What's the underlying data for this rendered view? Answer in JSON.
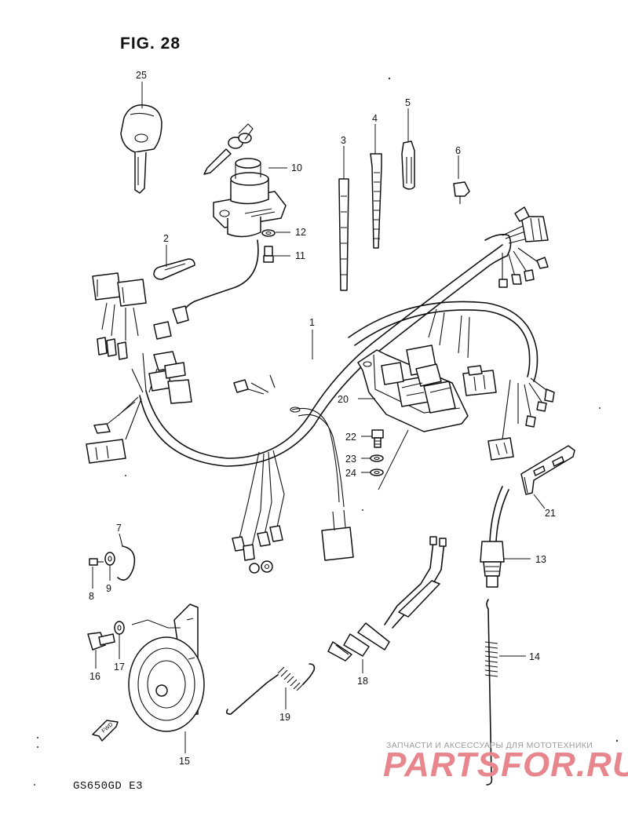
{
  "figure": {
    "title": "FIG. 28",
    "model": "GS650GD  E3"
  },
  "fwd_arrow": {
    "text": "FWD"
  },
  "watermark": {
    "line1": "ЗАПЧАСТИ И АКСЕССУАРЫ ДЛЯ МОТОТЕХНИКИ",
    "line2": "PARTSFOR.RU"
  },
  "callouts": {
    "c1": "1",
    "c2": "2",
    "c3": "3",
    "c4": "4",
    "c5": "5",
    "c6": "6",
    "c7": "7",
    "c8": "8",
    "c9": "9",
    "c10": "10",
    "c11": "11",
    "c12": "12",
    "c13": "13",
    "c14": "14",
    "c15": "15",
    "c16": "16",
    "c17": "17",
    "c18": "18",
    "c19": "19",
    "c20": "20",
    "c21": "21",
    "c22": "22",
    "c23": "23",
    "c24": "24",
    "c25": "25"
  }
}
